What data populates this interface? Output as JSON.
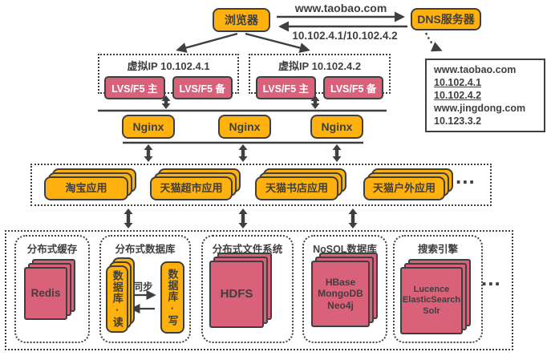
{
  "colors": {
    "orange": "#FFB10D",
    "pink": "#D9617A",
    "dark": "#3F3F3F",
    "background": "#FFFFFF"
  },
  "top": {
    "browser_label": "浏览器",
    "dns_label": "DNS服务器",
    "request_label": "www.taobao.com",
    "response_label": "10.102.4.1/10.102.4.2",
    "dns_records": [
      "www.taobao.com",
      "10.102.4.1",
      "10.102.4.2",
      "www.jingdong.com",
      "10.123.3.2"
    ]
  },
  "vip": {
    "left": {
      "title": "虚拟IP 10.102.4.1",
      "master": "LVS/F5 主",
      "backup": "LVS/F5 备"
    },
    "right": {
      "title": "虚拟IP 10.102.4.2",
      "master": "LVS/F5 主",
      "backup": "LVS/F5 备"
    }
  },
  "nginx": {
    "label": "Nginx"
  },
  "apps": {
    "items": [
      "淘宝应用",
      "天猫超市应用",
      "天猫书店应用",
      "天猫户外应用"
    ],
    "ellipsis": "..."
  },
  "storage": {
    "groups": [
      {
        "title": "分布式缓存",
        "card": "Redis"
      },
      {
        "title": "分布式数据库",
        "read_card": "数据库·读",
        "write_card": "数据库·写",
        "sync_label": "同步"
      },
      {
        "title": "分布式文件系统",
        "card": "HDFS"
      },
      {
        "title": "NoSQL数据库",
        "card": "HBase\nMongoDB\nNeo4j"
      },
      {
        "title": "搜索引擎",
        "card": "Lucence\nElasticSearch\nSolr"
      }
    ],
    "ellipsis": "..."
  }
}
